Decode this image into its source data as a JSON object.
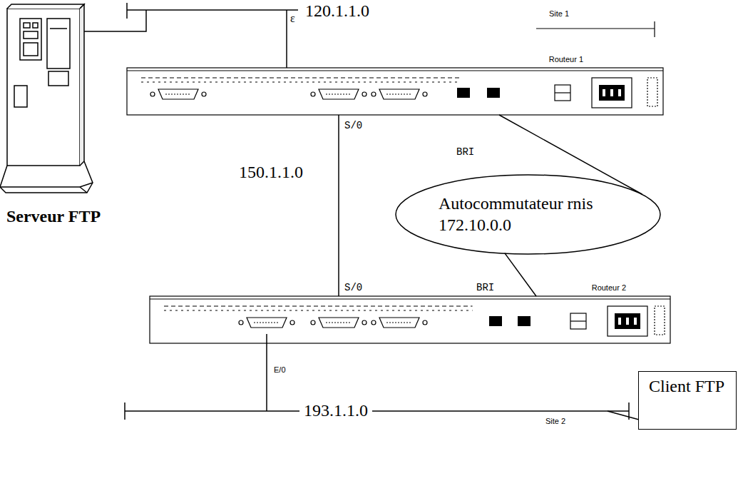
{
  "diagram": {
    "nodes": [
      {
        "text": [
          "Serveur FTP"
        ]
      },
      {
        "text": [
          "Routeur 1"
        ]
      },
      {
        "text": [
          "Autocommutateur rnis 172.10.0.0"
        ]
      },
      {
        "text": [
          "Routeur 2"
        ]
      },
      {
        "text": [
          "Client FTP"
        ]
      }
    ],
    "edges": [
      {
        "from": 1,
        "to": 3,
        "arrow": "none",
        "label": "150.1.1.0"
      },
      {
        "from": 1,
        "to": 2,
        "arrow": "none"
      },
      {
        "from": 2,
        "to": 3,
        "arrow": "none"
      }
    ],
    "labels": [
      "120.1.1.0",
      "ε",
      "Site 1",
      "S/0",
      "BRI",
      "S/0",
      "BRI",
      "E/0",
      "193.1.1.0",
      "Site 2"
    ]
  }
}
